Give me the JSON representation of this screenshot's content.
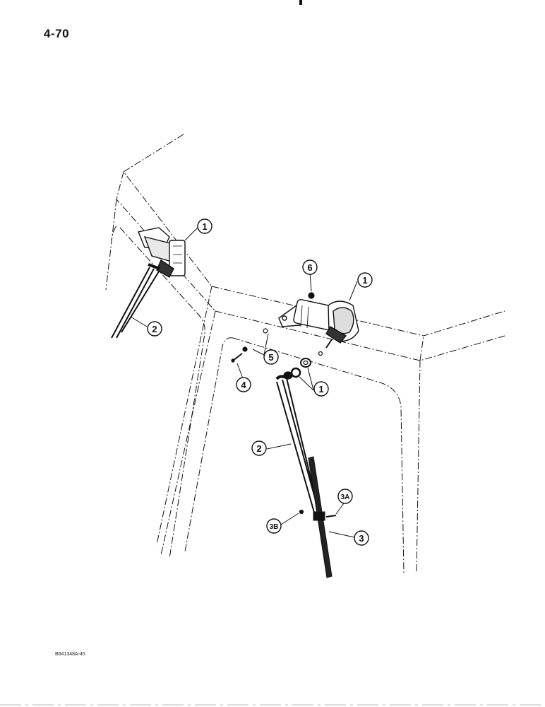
{
  "page": {
    "number": "4-70",
    "reference": "B641348A-45"
  },
  "callouts": [
    {
      "id": "c1a",
      "label": "1"
    },
    {
      "id": "c1b",
      "label": "1"
    },
    {
      "id": "c1c",
      "label": "1"
    },
    {
      "id": "c2a",
      "label": "2"
    },
    {
      "id": "c2b",
      "label": "2"
    },
    {
      "id": "c3",
      "label": "3"
    },
    {
      "id": "c3a",
      "label": "3A"
    },
    {
      "id": "c3b",
      "label": "3B"
    },
    {
      "id": "c4",
      "label": "4"
    },
    {
      "id": "c5",
      "label": "5"
    },
    {
      "id": "c6",
      "label": "6"
    }
  ]
}
